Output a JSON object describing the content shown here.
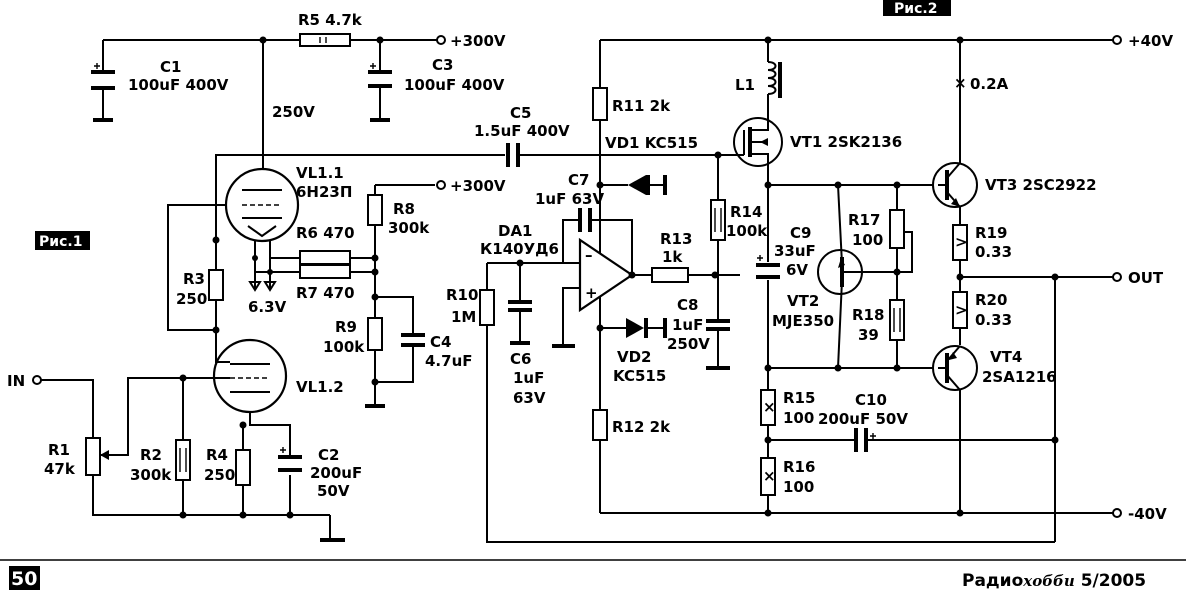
{
  "figures": {
    "fig1": "Рис.1",
    "fig2": "Рис.2"
  },
  "terminals": {
    "in": "IN",
    "out": "OUT",
    "v300_top": "+300V",
    "v300_mid": "+300V",
    "v40_pos": "+40V",
    "v40_neg": "-40V",
    "heater": "6.3V",
    "anode_voltage": "250V"
  },
  "components": {
    "R1": {
      "ref": "R1",
      "value": "47k"
    },
    "R2": {
      "ref": "R2",
      "value": "300k"
    },
    "R3": {
      "ref": "R3",
      "value": "250"
    },
    "R4": {
      "ref": "R4",
      "value": "250"
    },
    "R5": {
      "ref": "R5",
      "value": "4.7k"
    },
    "R6": {
      "ref": "R6",
      "value": "470"
    },
    "R7": {
      "ref": "R7",
      "value": "470"
    },
    "R8": {
      "ref": "R8",
      "value": "300k"
    },
    "R9": {
      "ref": "R9",
      "value": "100k"
    },
    "R10": {
      "ref": "R10",
      "value": "1M"
    },
    "R11": {
      "ref": "R11",
      "value": "2k"
    },
    "R12": {
      "ref": "R12",
      "value": "2k"
    },
    "R13": {
      "ref": "R13",
      "value": "1k"
    },
    "R14": {
      "ref": "R14",
      "value": "100k"
    },
    "R15": {
      "ref": "R15",
      "value": "100"
    },
    "R16": {
      "ref": "R16",
      "value": "100"
    },
    "R17": {
      "ref": "R17",
      "value": "100"
    },
    "R18": {
      "ref": "R18",
      "value": "39"
    },
    "R19": {
      "ref": "R19",
      "value": "0.33"
    },
    "R20": {
      "ref": "R20",
      "value": "0.33"
    },
    "C1": {
      "ref": "C1",
      "value": "100uF 400V"
    },
    "C2": {
      "ref": "C2",
      "value": "200uF",
      "voltage": "50V"
    },
    "C3": {
      "ref": "C3",
      "value": "100uF 400V"
    },
    "C4": {
      "ref": "C4",
      "value": "4.7uF"
    },
    "C5": {
      "ref": "C5",
      "value": "1.5uF 400V"
    },
    "C6": {
      "ref": "C6",
      "value": "1uF",
      "voltage": "63V"
    },
    "C7": {
      "ref": "C7",
      "value": "1uF 63V"
    },
    "C8": {
      "ref": "C8",
      "value": "1uF",
      "voltage": "250V"
    },
    "C9": {
      "ref": "C9",
      "value": "33uF",
      "voltage": "6V"
    },
    "C10": {
      "ref": "C10",
      "value": "200uF 50V"
    },
    "VL11": {
      "ref": "VL1.1",
      "value": "6Н23П"
    },
    "VL12": {
      "ref": "VL1.2"
    },
    "DA1": {
      "ref": "DA1",
      "value": "К140УД6"
    },
    "VD1": {
      "ref": "VD1",
      "value": "KC515"
    },
    "VD2": {
      "ref": "VD2",
      "value": "KC515"
    },
    "L1": {
      "ref": "L1"
    },
    "VT1": {
      "ref": "VT1",
      "value": "2SK2136"
    },
    "VT2": {
      "ref": "VT2",
      "value": "MJE350"
    },
    "VT3": {
      "ref": "VT3",
      "value": "2SC2922"
    },
    "VT4": {
      "ref": "VT4",
      "value": "2SA1216"
    },
    "fuse": {
      "value": "0.2A"
    }
  },
  "footer": {
    "page": "50",
    "mag_main": "Радио",
    "mag_italic": "хобби",
    "issue": "5/2005"
  }
}
